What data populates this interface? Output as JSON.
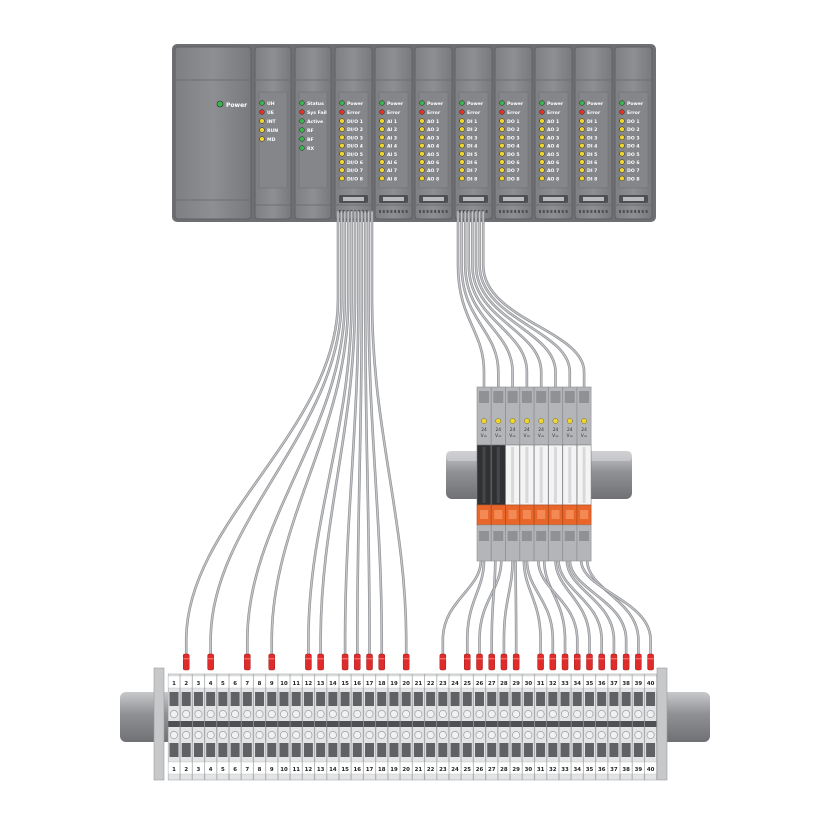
{
  "power_supply": {
    "label": "Power"
  },
  "cpu_module": {
    "leds": [
      {
        "label": "UH",
        "color": "#3ab54a"
      },
      {
        "label": "UE",
        "color": "#e0332c"
      },
      {
        "label": "INT",
        "color": "#f2d52c"
      },
      {
        "label": "RUN",
        "color": "#f2d52c"
      },
      {
        "label": "MD",
        "color": "#f2d52c"
      }
    ]
  },
  "comm_module": {
    "leds": [
      {
        "label": "Status",
        "color": "#3ab54a"
      },
      {
        "label": "Sys Fail",
        "color": "#e0332c"
      },
      {
        "label": "Active",
        "color": "#3ab54a"
      },
      {
        "label": "RF",
        "color": "#3ab54a"
      },
      {
        "label": "BF",
        "color": "#3ab54a"
      },
      {
        "label": "RX",
        "color": "#3ab54a"
      }
    ]
  },
  "io_modules": [
    {
      "channels": [
        "DI/O 1",
        "DI/O 2",
        "DI/O 3",
        "DI/O 4",
        "DI/O 5",
        "DI/O 6",
        "DI/O 7",
        "DI/O 8"
      ]
    },
    {
      "channels": [
        "AI 1",
        "AI 2",
        "AI 3",
        "AI 4",
        "AI 5",
        "AI 6",
        "AI 7",
        "AI 8"
      ]
    },
    {
      "channels": [
        "AO 1",
        "AO 2",
        "AO 3",
        "AO 4",
        "AO 5",
        "AO 6",
        "AO 7",
        "AO 8"
      ]
    },
    {
      "channels": [
        "DI 1",
        "DI 2",
        "DI 3",
        "DI 4",
        "DI 5",
        "DI 6",
        "DI 7",
        "DI 8"
      ]
    },
    {
      "channels": [
        "DO 1",
        "DO 2",
        "DO 3",
        "DO 4",
        "DO 5",
        "DO 6",
        "DO 7",
        "DO 8"
      ]
    },
    {
      "channels": [
        "AO 1",
        "AO 2",
        "AO 3",
        "AO 4",
        "AO 5",
        "AO 6",
        "AO 7",
        "AO 8"
      ]
    },
    {
      "channels": [
        "DI 1",
        "DI 2",
        "DI 3",
        "DI 4",
        "DI 5",
        "DI 6",
        "DI 7",
        "DI 8"
      ]
    },
    {
      "channels": [
        "DO 1",
        "DO 2",
        "DO 3",
        "DO 4",
        "DO 5",
        "DO 6",
        "DO 7",
        "DO 8"
      ]
    }
  ],
  "module_status": {
    "power": "Power",
    "error": "Error"
  },
  "relay_block": {
    "voltage": "24",
    "unit": "V=",
    "count": 8
  },
  "terminal_strip": {
    "count": 40,
    "wired_terminals": [
      2,
      4,
      7,
      9,
      12,
      13,
      15,
      16,
      17,
      18,
      20,
      23,
      25,
      26,
      27,
      28,
      29,
      31,
      32,
      33,
      34,
      35,
      36,
      37,
      38,
      39,
      40
    ]
  },
  "colors": {
    "module_body": "#8a8c8e",
    "wire": "#a6a8ab",
    "marker": "#e02b2b",
    "rail": "#9a9c9e",
    "relay_orange": "#e9662b"
  }
}
